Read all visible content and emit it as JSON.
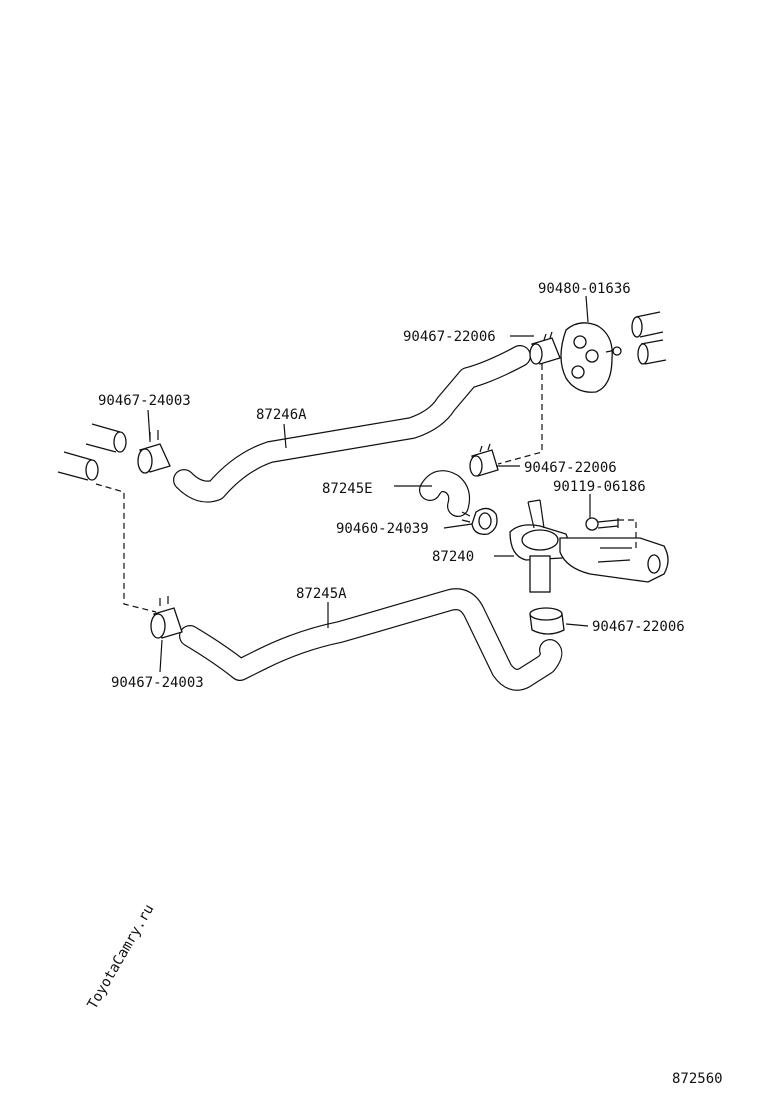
{
  "diagram": {
    "watermark": "ToyotaCamry.ru",
    "diagram_number": "872560",
    "labels": [
      {
        "id": "gasket-top",
        "text": "90480-01636"
      },
      {
        "id": "clamp-top",
        "text": "90467-22006"
      },
      {
        "id": "clamp-left-upper",
        "text": "90467-24003"
      },
      {
        "id": "hose-upper",
        "text": "87246A"
      },
      {
        "id": "clamp-mid",
        "text": "90467-22006"
      },
      {
        "id": "bolt",
        "text": "90119-06186"
      },
      {
        "id": "hose-short",
        "text": "87245E"
      },
      {
        "id": "clamp-small",
        "text": "90460-24039"
      },
      {
        "id": "valve",
        "text": "87240"
      },
      {
        "id": "hose-lower",
        "text": "87245A"
      },
      {
        "id": "clamp-lower-right",
        "text": "90467-22006"
      },
      {
        "id": "clamp-left-lower",
        "text": "90467-24003"
      }
    ]
  }
}
